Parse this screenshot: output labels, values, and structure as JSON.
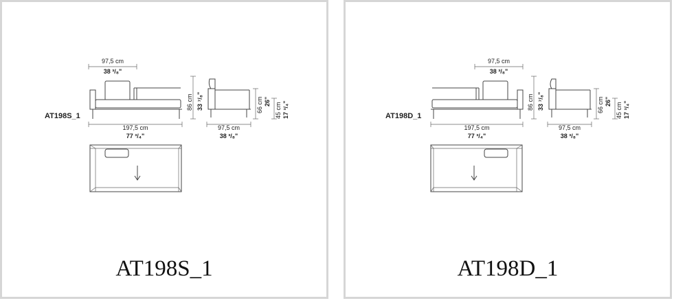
{
  "panels": [
    {
      "id": "left",
      "model_label": "AT198S_1",
      "caption": "AT198S_1",
      "dims": {
        "top_width_cm": "97,5 cm",
        "top_width_in": "38 ³/₈\"",
        "total_width_cm": "197,5 cm",
        "total_width_in": "77 ³/₄\"",
        "height_cm": "86 cm",
        "height_in": "33 ⁷/₈\"",
        "depth_cm": "97,5 cm",
        "depth_in": "38 ³/₈\"",
        "arm_height_cm": "66 cm",
        "arm_height_in": "26\"",
        "seat_height_cm": "45 cm",
        "seat_height_in": "17 ³/₄\""
      }
    },
    {
      "id": "right",
      "model_label": "AT198D_1",
      "caption": "AT198D_1",
      "dims": {
        "top_width_cm": "97,5 cm",
        "top_width_in": "38 ³/₈\"",
        "total_width_cm": "197,5 cm",
        "total_width_in": "77 ³/₄\"",
        "height_cm": "86 cm",
        "height_in": "33 ⁷/₈\"",
        "depth_cm": "97,5 cm",
        "depth_in": "38 ³/₈\"",
        "arm_height_cm": "66 cm",
        "arm_height_in": "26\"",
        "seat_height_cm": "45 cm",
        "seat_height_in": "17 ³/₄\""
      }
    }
  ]
}
